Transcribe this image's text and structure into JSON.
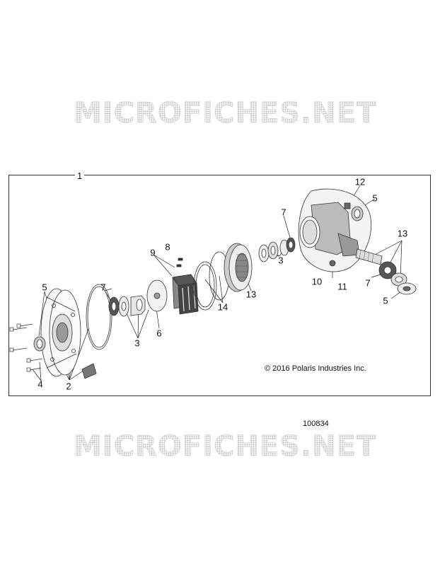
{
  "watermark_top": "MICROFICHES.NET",
  "watermark_bottom": "MICROFICHES.NET",
  "frame_number": "1",
  "copyright": "© 2016 Polaris Industries Inc.",
  "figure_number": "100834",
  "callouts": {
    "c1": "1",
    "c2": "2",
    "c3a": "3",
    "c3b": "3",
    "c4": "4",
    "c5a": "5",
    "c5b": "5",
    "c5c": "5",
    "c6": "6",
    "c7a": "7",
    "c7b": "7",
    "c7c": "7",
    "c8": "8",
    "c9": "9",
    "c10": "10",
    "c11": "11",
    "c12": "12",
    "c13a": "13",
    "c13b": "13",
    "c14": "14"
  }
}
